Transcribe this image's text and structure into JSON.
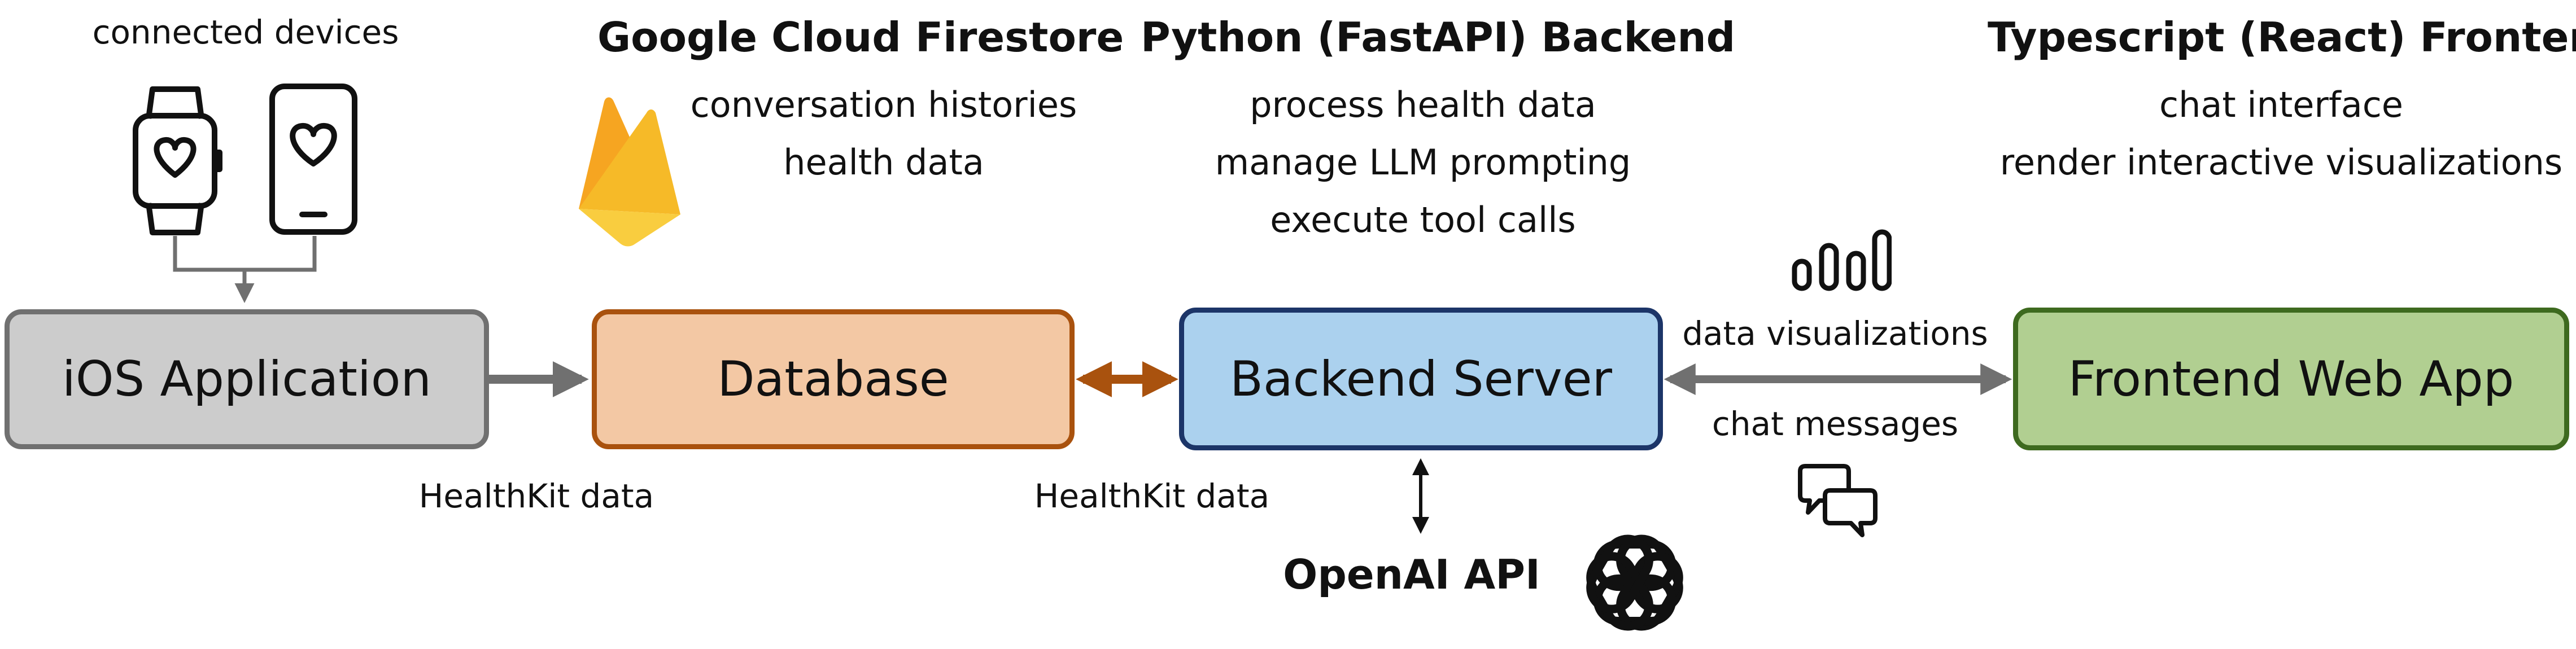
{
  "diagram": {
    "nodes": {
      "ios": {
        "label": "iOS Application",
        "fill": "#cccccc",
        "border": "#707070"
      },
      "database": {
        "label": "Database",
        "fill": "#f3c8a4",
        "border": "#a9520e"
      },
      "backend": {
        "label": "Backend Server",
        "fill": "#abd1ee",
        "border": "#1c3568"
      },
      "frontend": {
        "label": "Frontend Web App",
        "fill": "#b1cf91",
        "border": "#3e6a1f"
      }
    },
    "sections": {
      "devices": {
        "label": "connected devices"
      },
      "firestore": {
        "title": "Google Cloud Firestore",
        "items": [
          "conversation histories",
          "health data"
        ]
      },
      "python": {
        "title": "Python (FastAPI) Backend",
        "items": [
          "process health data",
          "manage LLM prompting",
          "execute tool calls"
        ]
      },
      "typescript": {
        "title": "Typescript (React) Frontend",
        "items": [
          "chat interface",
          "render interactive visualizations"
        ]
      }
    },
    "edges": {
      "ios_to_db": {
        "label": "HealthKit data",
        "color": "#707070"
      },
      "db_backend": {
        "label": "HealthKit data",
        "color": "#a9520e"
      },
      "backend_frontend": {
        "labels": [
          "data visualizations",
          "chat messages"
        ],
        "color": "#707070"
      },
      "backend_openai": {
        "label": "OpenAI API",
        "color": "#111111"
      }
    },
    "icons": [
      "smartwatch-heart-icon",
      "smartphone-heart-icon",
      "firebase-flame-icon",
      "bar-chart-icon",
      "chat-bubbles-icon",
      "openai-logo-icon"
    ]
  }
}
